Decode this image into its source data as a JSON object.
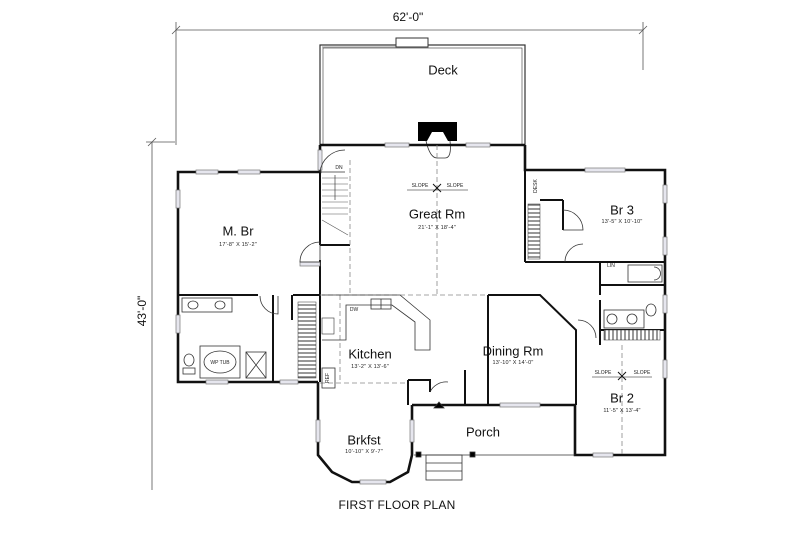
{
  "drawing": {
    "title": "FIRST FLOOR PLAN",
    "overall_width": "62'-0\"",
    "overall_depth": "43'-0\""
  },
  "rooms": {
    "deck": {
      "name": "Deck"
    },
    "great_room": {
      "name": "Great Rm",
      "dims": "21'-1\" X 18'-4\"",
      "slope_left": "SLOPE",
      "slope_right": "SLOPE"
    },
    "master_bedroom": {
      "name": "M. Br",
      "dims": "17'-8\" X 15'-2\""
    },
    "bedroom_3": {
      "name": "Br 3",
      "dims": "13'-5\" X 10'-10\"",
      "desk_label": "DESK"
    },
    "bedroom_2": {
      "name": "Br 2",
      "dims": "11'-5\" X 13'-4\"",
      "slope_left": "SLOPE",
      "slope_right": "SLOPE"
    },
    "kitchen": {
      "name": "Kitchen",
      "dims": "13'-2\" X 13'-6\"",
      "dw_label": "DW",
      "ref_label": "REF"
    },
    "dining_room": {
      "name": "Dining Rm",
      "dims": "13'-10\" X 14'-0\""
    },
    "breakfast": {
      "name": "Brkfst",
      "dims": "10'-10\" X 9'-7\""
    },
    "porch": {
      "name": "Porch"
    },
    "master_bath": {
      "tub_label": "WP TUB"
    },
    "hall_bath": {
      "linen_label": "LIN"
    },
    "stairs": {
      "direction_label": "DN"
    }
  },
  "colors": {
    "wall": "#111111",
    "thin_line": "#333333",
    "window_fill": "#e6e6ee",
    "dashed": "#888888",
    "background": "#ffffff"
  }
}
